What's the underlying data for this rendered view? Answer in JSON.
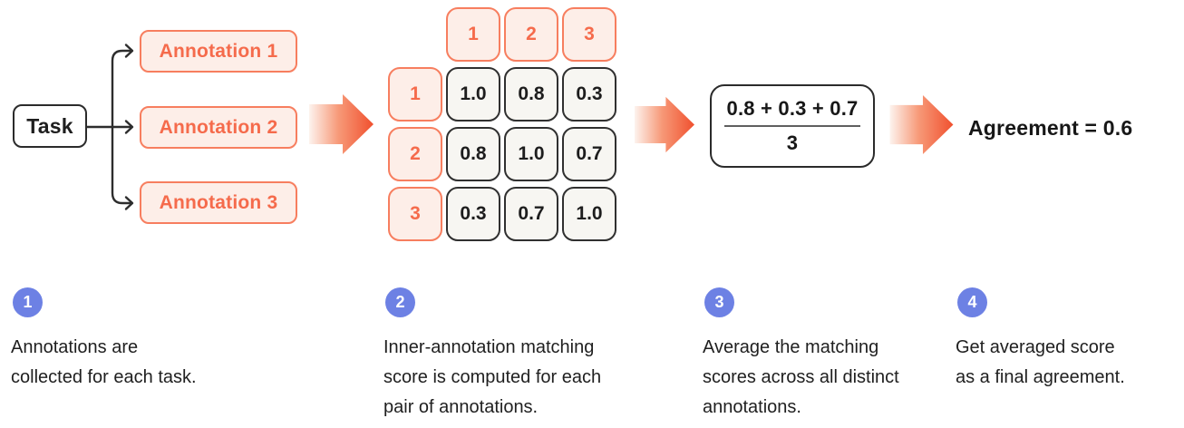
{
  "palette": {
    "salmon_border": "#f77e5f",
    "salmon_text": "#f56b4c",
    "salmon_fill": "#fdeee8",
    "arrow_gradient_start": "#fdf3ee",
    "arrow_gradient_end": "#f0502e",
    "cell_fill": "#f7f6f2",
    "ink": "#2b2b2b",
    "step_badge_blue": "#6d81e4",
    "background": "#ffffff"
  },
  "flow": {
    "task_label": "Task",
    "annotations": [
      "Annotation 1",
      "Annotation 2",
      "Annotation 3"
    ],
    "matrix": {
      "col_headers": [
        "1",
        "2",
        "3"
      ],
      "row_headers": [
        "1",
        "2",
        "3"
      ],
      "values": [
        [
          "1.0",
          "0.8",
          "0.3"
        ],
        [
          "0.8",
          "1.0",
          "0.7"
        ],
        [
          "0.3",
          "0.7",
          "1.0"
        ]
      ]
    },
    "formula": {
      "numerator": "0.8 + 0.3 + 0.7",
      "denominator": "3"
    },
    "result_label": "Agreement = 0.6"
  },
  "steps": [
    {
      "number": "1",
      "lines": [
        "Annotations are",
        "collected for each task."
      ]
    },
    {
      "number": "2",
      "lines": [
        "Inner-annotation matching",
        "score is computed for each",
        "pair of annotations."
      ]
    },
    {
      "number": "3",
      "lines": [
        "Average the matching",
        "scores across all distinct",
        "annotations."
      ]
    },
    {
      "number": "4",
      "lines": [
        "Get averaged score",
        "as a final agreement."
      ]
    }
  ]
}
